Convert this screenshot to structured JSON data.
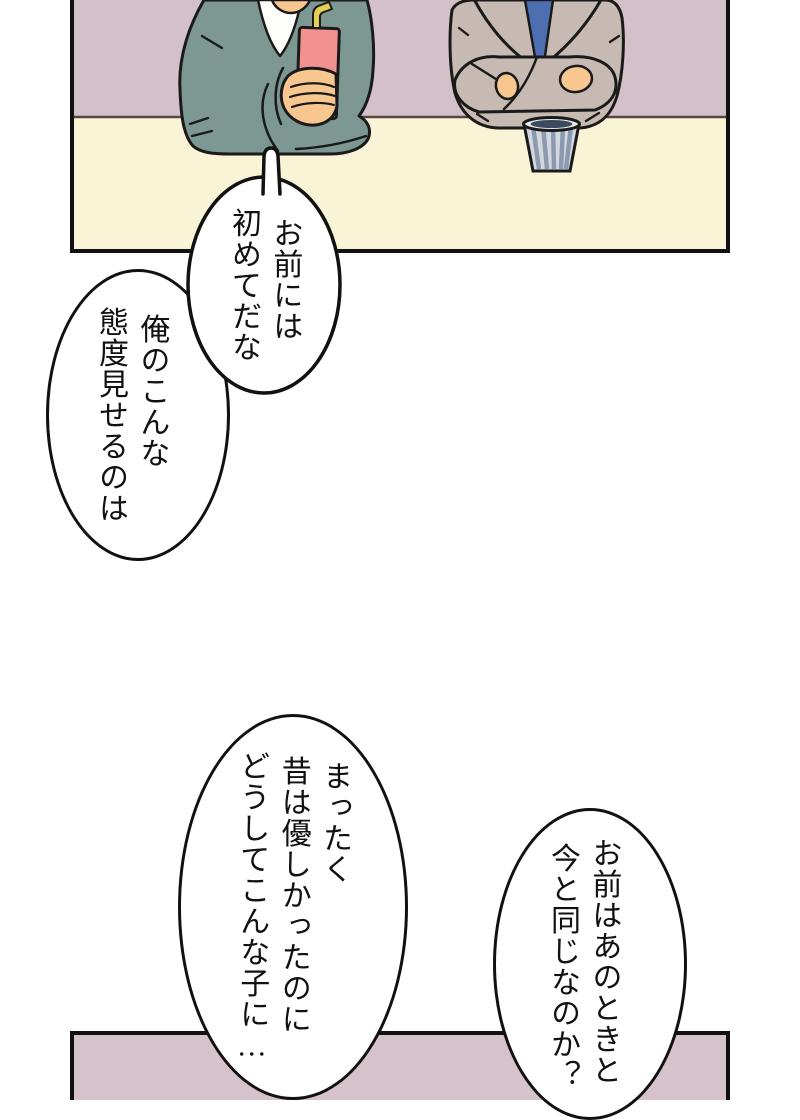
{
  "page_type": "manga-webtoon-strip",
  "palette": {
    "background": "#ffffff",
    "panel_border": "#111111",
    "wall": "#d3c0c9",
    "counter": "#faf4d6",
    "counter_edge_line": "#564740",
    "bottom_panel_bg": "#d6c2cb",
    "left_jacket": "#7d9792",
    "right_jacket": "#c6bab2",
    "skin": "#f7c78f",
    "shirt": "#fdfdfa",
    "drink_glass": "#f19190",
    "straw": "#e3d055",
    "tie": "#4d6fb2",
    "cup_body": "#d3d8df",
    "cup_stripe": "#8c9ab0",
    "cup_rim_inner": "#3c4a5e",
    "bubble_fill": "#ffffff",
    "bubble_stroke": "#111111",
    "ink": "#1a1a1a"
  },
  "bubbles": [
    {
      "id": "bubble-1",
      "lines": [
        "お前には",
        "初めてだな"
      ]
    },
    {
      "id": "bubble-2",
      "lines": [
        "俺のこんな",
        "態度見せるのは"
      ]
    },
    {
      "id": "bubble-3",
      "lines": [
        "まったく",
        "昔は優しかったのに",
        "どうしてこんな子に…"
      ]
    },
    {
      "id": "bubble-4",
      "lines": [
        "お前はあのときと",
        "今と同じなのか？"
      ]
    }
  ]
}
